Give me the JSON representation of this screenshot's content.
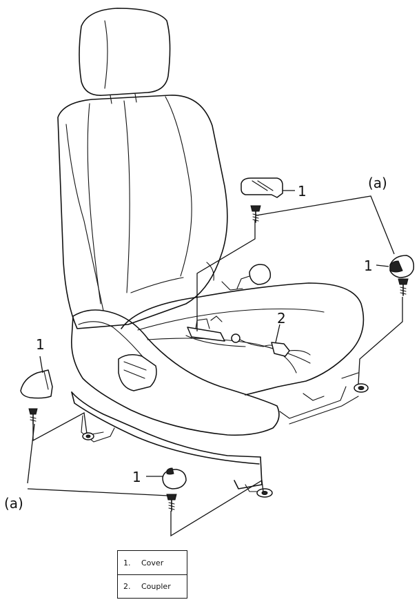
{
  "callouts": {
    "cover_top": "1",
    "cover_right": "1",
    "cover_left": "1",
    "cover_bottom": "1",
    "coupler": "2",
    "fastener_right": "(a)",
    "fastener_left": "(a)"
  },
  "legend": {
    "items": [
      {
        "number": "1.",
        "label": "Cover"
      },
      {
        "number": "2.",
        "label": "Coupler"
      }
    ]
  }
}
